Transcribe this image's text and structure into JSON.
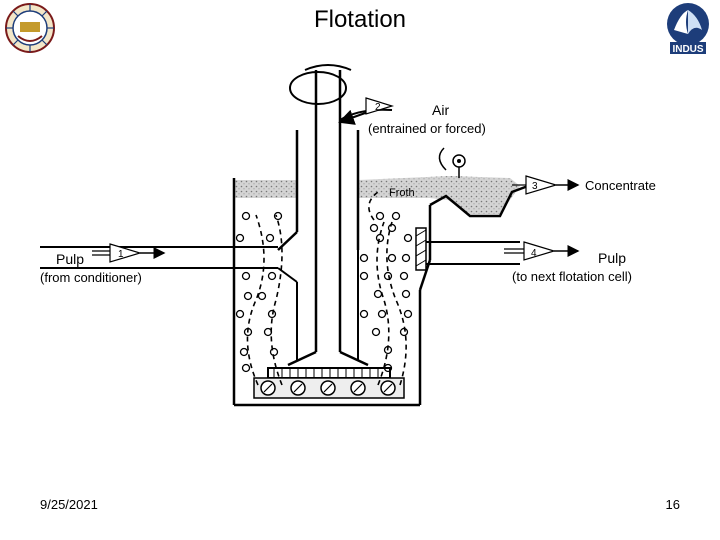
{
  "slide": {
    "title": "Flotation",
    "date": "9/25/2021",
    "page_number": "16"
  },
  "logos": {
    "left": "institute-seal",
    "right_text": "INDUS"
  },
  "diagram": {
    "air_label": "Air",
    "air_note": "(entrained or forced)",
    "froth_label": "Froth",
    "concentrate_label": "Concentrate",
    "pulp_in_label": "Pulp",
    "pulp_in_note": "(from conditioner)",
    "pulp_out_label": "Pulp",
    "pulp_out_note": "(to next flotation cell)",
    "marker_1": "1",
    "marker_2": "2",
    "marker_3": "3",
    "marker_4": "4"
  }
}
